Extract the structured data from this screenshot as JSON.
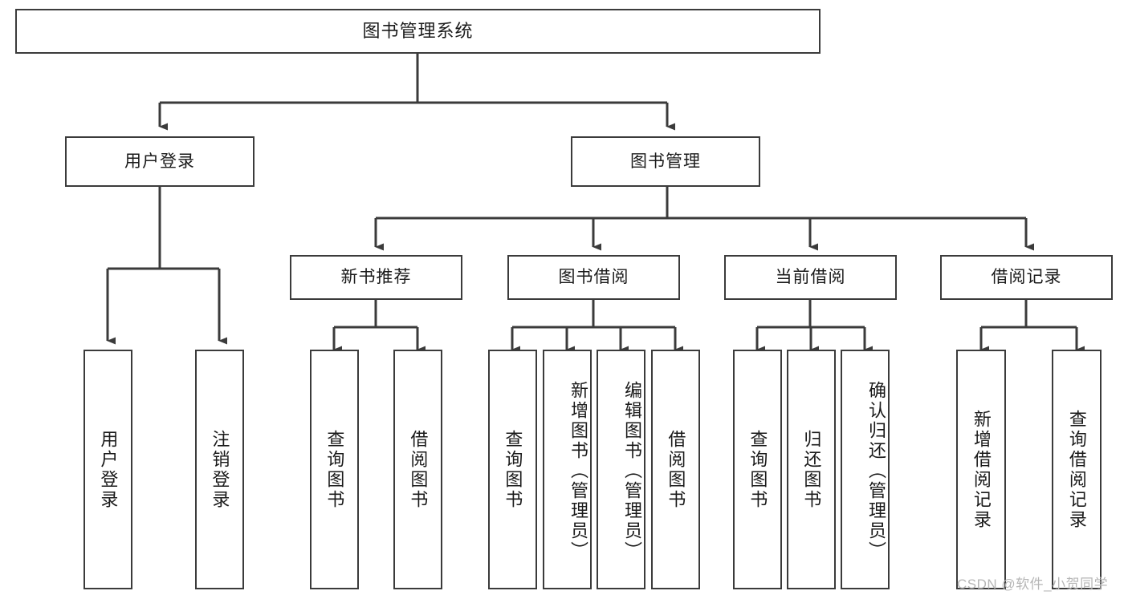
{
  "diagram": {
    "title": "图书管理系统",
    "type": "hierarchy-tree",
    "orientation": "top-down",
    "levels": 3,
    "root": {
      "id": "root",
      "label": "图书管理系统"
    },
    "level2": [
      {
        "id": "user-login",
        "label": "用户登录"
      },
      {
        "id": "book-manage",
        "label": "图书管理"
      }
    ],
    "level3": [
      {
        "id": "new-book-recommend",
        "label": "新书推荐",
        "parent": "book-manage"
      },
      {
        "id": "book-borrow",
        "label": "图书借阅",
        "parent": "book-manage"
      },
      {
        "id": "current-borrow",
        "label": "当前借阅",
        "parent": "book-manage"
      },
      {
        "id": "borrow-record",
        "label": "借阅记录",
        "parent": "book-manage"
      }
    ],
    "leaves": {
      "user_login": [
        {
          "id": "leaf-user-login",
          "label": "用户登录"
        },
        {
          "id": "leaf-user-logout",
          "label": "注销登录"
        }
      ],
      "new_book_recommend": [
        {
          "id": "leaf-query-book-1",
          "label": "查询图书"
        },
        {
          "id": "leaf-borrow-book-1",
          "label": "借阅图书"
        }
      ],
      "book_borrow": [
        {
          "id": "leaf-query-book-2",
          "label": "查询图书"
        },
        {
          "id": "leaf-add-book",
          "label": "新增图书（管理员）"
        },
        {
          "id": "leaf-edit-book",
          "label": "编辑图书（管理员）"
        },
        {
          "id": "leaf-borrow-book-2",
          "label": "借阅图书"
        }
      ],
      "current_borrow": [
        {
          "id": "leaf-query-book-3",
          "label": "查询图书"
        },
        {
          "id": "leaf-return-book",
          "label": "归还图书"
        },
        {
          "id": "leaf-confirm-return",
          "label": "确认归还（管理员）"
        }
      ],
      "borrow_record": [
        {
          "id": "leaf-add-borrow-record",
          "label": "新增借阅记录"
        },
        {
          "id": "leaf-query-borrow-record",
          "label": "查询借阅记录"
        }
      ]
    },
    "colors": {
      "stroke": "#3b3b3b",
      "fill": "#ffffff",
      "text": "#1a1a1a",
      "watermark": "#b6b6b6"
    }
  },
  "watermark": {
    "text": "CSDN @软件_小贺同学"
  }
}
